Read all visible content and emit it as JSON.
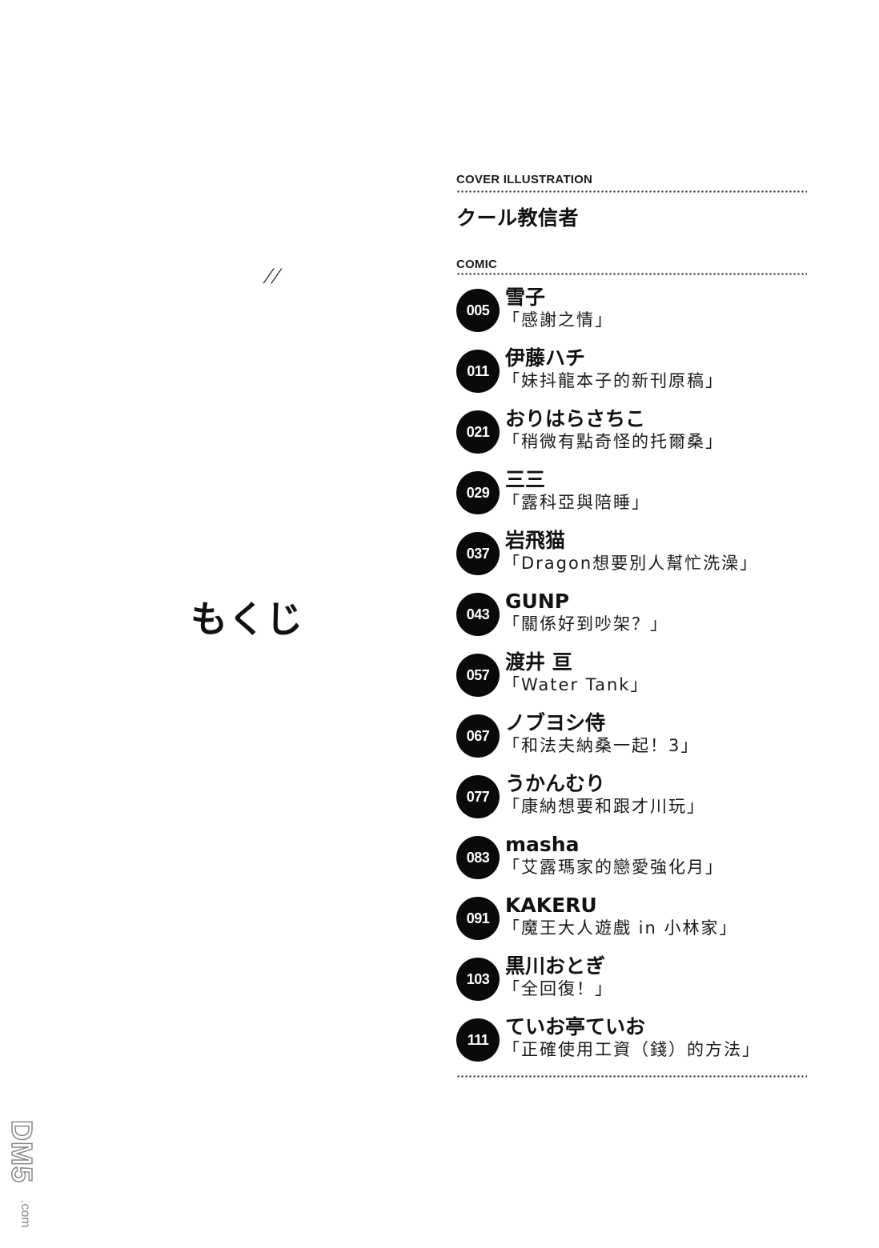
{
  "page": {
    "side_mark": "//",
    "heading": "もくじ"
  },
  "toc": {
    "cover_section": {
      "label": "COVER ILLUSTRATION",
      "artist": "クール教信者"
    },
    "comic_section": {
      "label": "COMIC",
      "items": [
        {
          "page": "005",
          "artist": "雪子",
          "title": "「感謝之情」"
        },
        {
          "page": "011",
          "artist": "伊藤ハチ",
          "title": "「妹抖龍本子的新刊原稿」"
        },
        {
          "page": "021",
          "artist": "おりはらさちこ",
          "title": "「稍微有點奇怪的托爾桑」"
        },
        {
          "page": "029",
          "artist": "三三",
          "title": "「露科亞與陪睡」"
        },
        {
          "page": "037",
          "artist": "岩飛猫",
          "title": "「Dragon想要別人幫忙洗澡」"
        },
        {
          "page": "043",
          "artist": "GUNP",
          "title": "「關係好到吵架？」"
        },
        {
          "page": "057",
          "artist": "渡井 亘",
          "title": "「Water Tank」"
        },
        {
          "page": "067",
          "artist": "ノブヨシ侍",
          "title": "「和法夫納桑一起！3」"
        },
        {
          "page": "077",
          "artist": "うかんむり",
          "title": "「康納想要和跟才川玩」"
        },
        {
          "page": "083",
          "artist": "masha",
          "title": "「艾露瑪家的戀愛強化月」"
        },
        {
          "page": "091",
          "artist": "KAKERU",
          "title": "「魔王大人遊戲 in 小林家」"
        },
        {
          "page": "103",
          "artist": "黒川おとぎ",
          "title": "「全回復！」"
        },
        {
          "page": "111",
          "artist": "ていお亭ていお",
          "title": "「正確使用工資（錢）的方法」"
        }
      ]
    }
  },
  "watermark": {
    "brand": "DM5",
    "domain": ".com"
  },
  "colors": {
    "background": "#ffffff",
    "badge": "#0a0a0a",
    "text": "#111111",
    "watermark": "#888888"
  }
}
